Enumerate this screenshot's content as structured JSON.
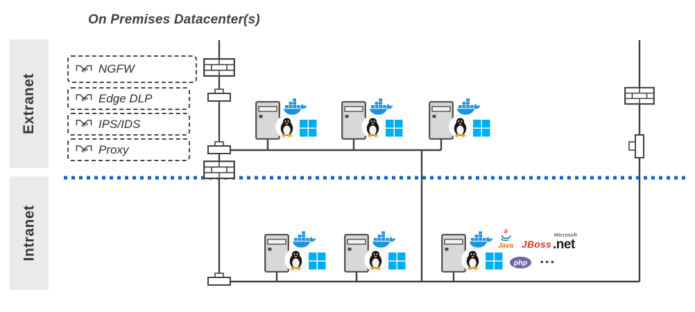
{
  "title": "On Premises Datacenter(s)",
  "zones": {
    "extranet": "Extranet",
    "intranet": "Intranet"
  },
  "services": [
    {
      "label": "NGFW"
    },
    {
      "label": "Edge DLP"
    },
    {
      "label": "IPS/IDS"
    },
    {
      "label": "Proxy"
    }
  ],
  "server_stack_icons": [
    "docker-icon",
    "linux-icon",
    "windows-icon"
  ],
  "runtime_logos": {
    "java": "Java",
    "jboss": "JBoss",
    "dotnet_brand": "Microsoft",
    "dotnet": ".net",
    "php": "php",
    "more": "•••"
  },
  "colors": {
    "separator": "#1565c0",
    "docker": "#1d91e0",
    "windows": "#00adef",
    "wire": "#3f3f3f",
    "zone_band": "#eaeaea"
  }
}
